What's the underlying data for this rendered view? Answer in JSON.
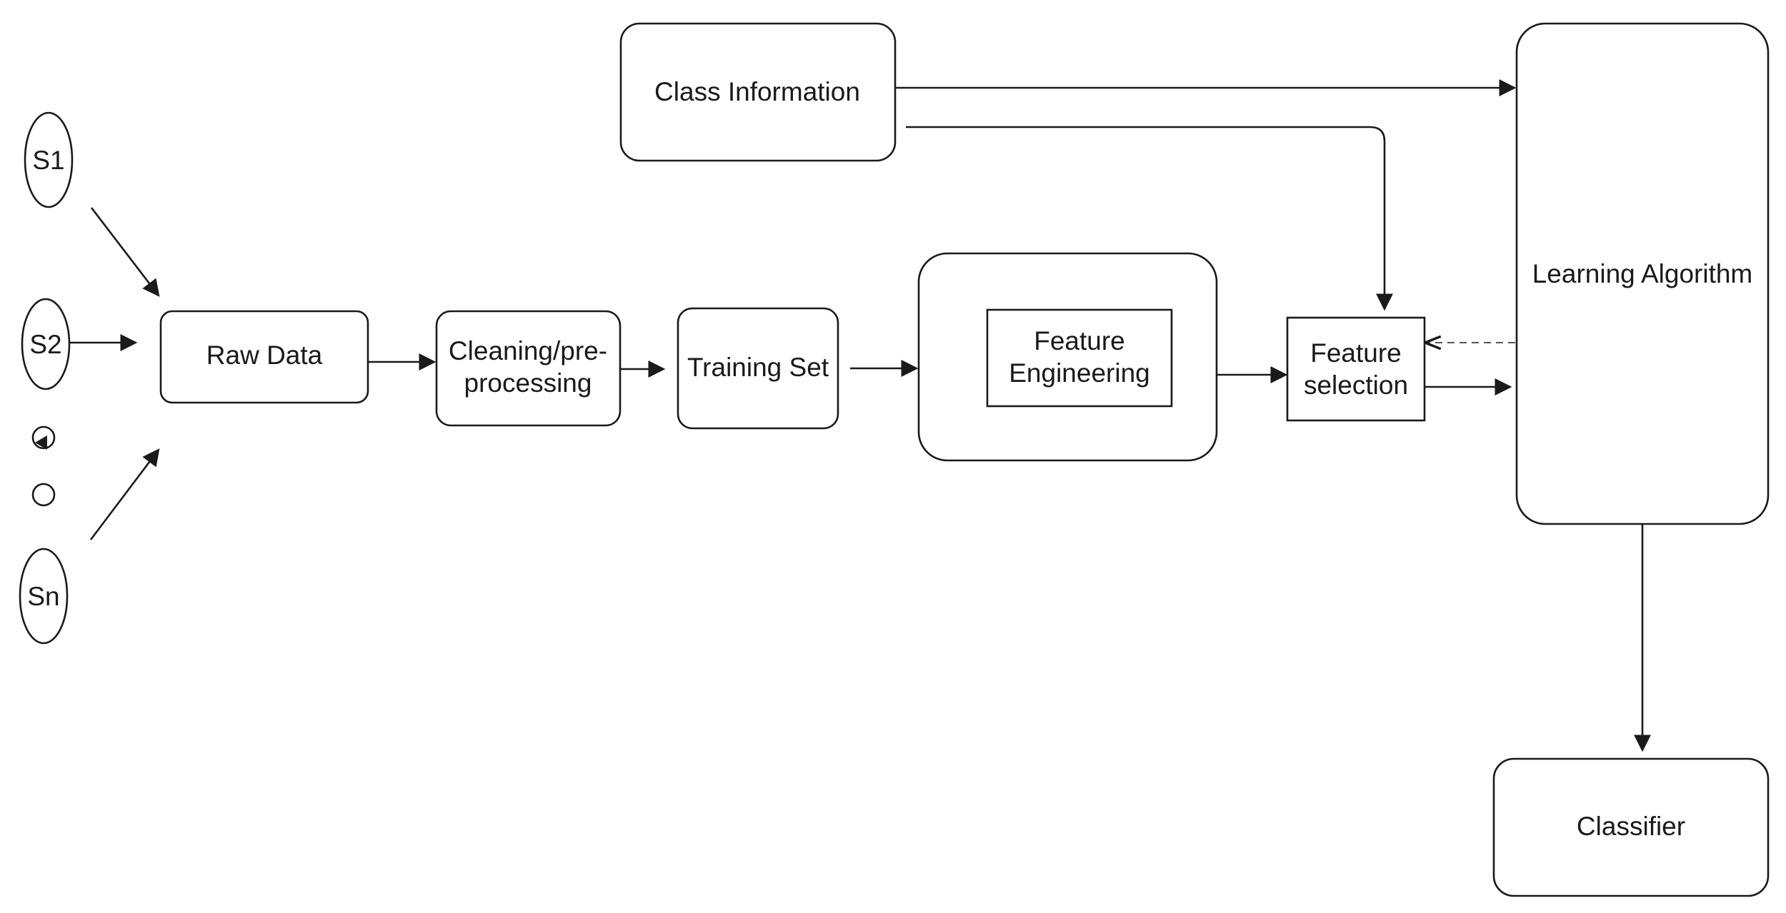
{
  "nodes": {
    "s1": "S1",
    "s2": "S2",
    "sn": "Sn",
    "raw_data": "Raw Data",
    "cleaning": [
      "Cleaning/pre-",
      "processing"
    ],
    "training_set": "Training Set",
    "feature_engineering": [
      "Feature",
      "Engineering"
    ],
    "feature_selection": [
      "Feature",
      "selection"
    ],
    "class_information": "Class Information",
    "learning_algorithm": "Learning Algorithm",
    "classifier": "Classifier"
  },
  "colors": {
    "stroke": "#1a1a1a",
    "fill": "#ffffff",
    "dashed": "#555555"
  }
}
